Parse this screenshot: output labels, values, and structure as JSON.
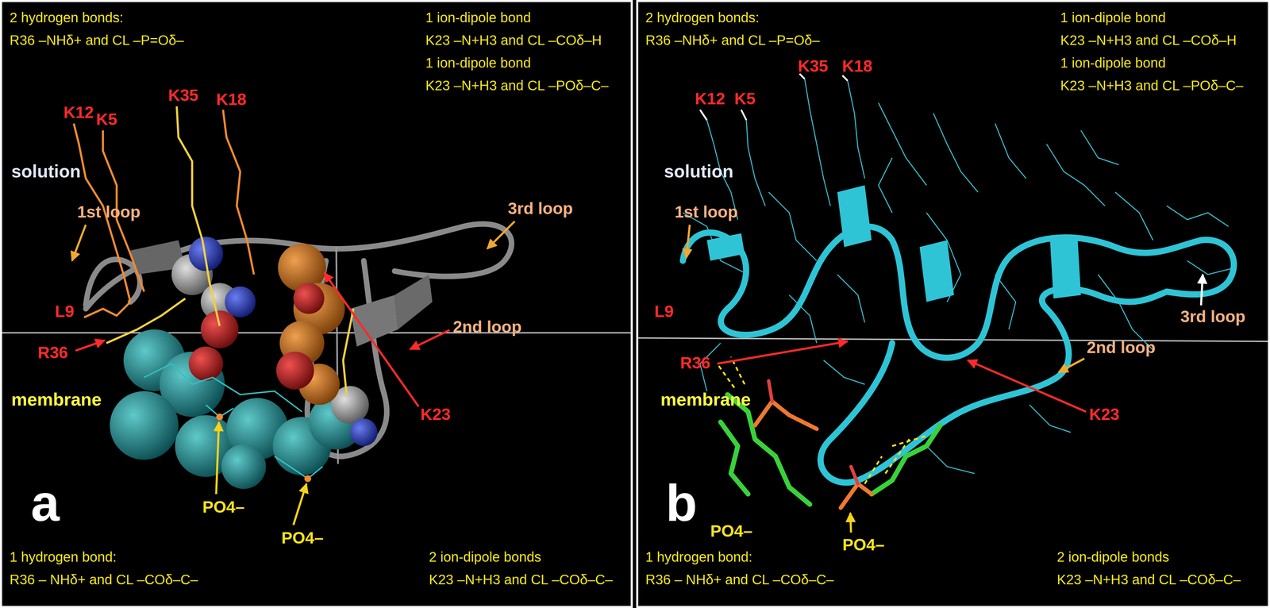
{
  "diagram": {
    "labels": [
      "2 hydrogen bonds:",
      "R36 –NHδ+ and CL –P=Oδ–",
      "1 ion-dipole bond",
      "K23 –N+H3 and CL –COδ–H",
      "1 ion-dipole bond",
      "K23 –N+H3 and CL –POδ–C–",
      "K12",
      "K5",
      "K35",
      "K18",
      "solution",
      "1st loop",
      "3rd loop",
      "L9",
      "R36",
      "membrane",
      "2nd loop",
      "K23",
      "a",
      "PO4–",
      "PO4–",
      "1 hydrogen bond:",
      "R36 – NHδ+ and CL –COδ–C–",
      "2 ion-dipole bonds",
      "K23 –N+H3 and CL –COδ–C–",
      "2 hydrogen bonds:",
      "R36 –NHδ+ and CL –P=Oδ–",
      "1 ion-dipole bond",
      "K23 –N+H3 and CL –COδ–H",
      "1 ion-dipole bond",
      "K23 –N+H3 and CL –POδ–C–",
      "K35",
      "K18",
      "K12",
      "K5",
      "solution",
      "1st loop",
      "3rd loop",
      "L9",
      "R36",
      "membrane",
      "2nd loop",
      "K23",
      "b",
      "PO4–",
      "PO4–",
      "1 hydrogen bond:",
      "R36 – NHδ+ and CL –COδ–C–",
      "2 ion-dipole bonds",
      "K23 –N+H3 and CL –COδ–C–"
    ]
  }
}
